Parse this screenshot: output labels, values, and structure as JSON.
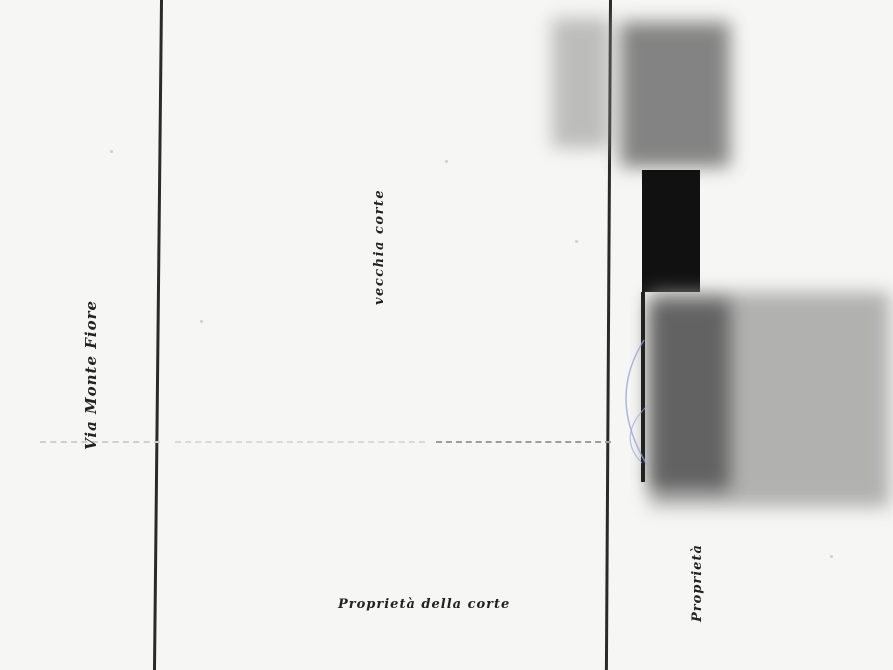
{
  "document": {
    "labels": {
      "street": "Via Monte Fiore",
      "neighbour": "vecchia corte",
      "owner_other": "Proprietà della corte",
      "owner": "Proprietà"
    }
  },
  "colors": {
    "paper": "#f6f6f4",
    "ink": "#222222",
    "pencil_blue": "#9aa6d6"
  }
}
